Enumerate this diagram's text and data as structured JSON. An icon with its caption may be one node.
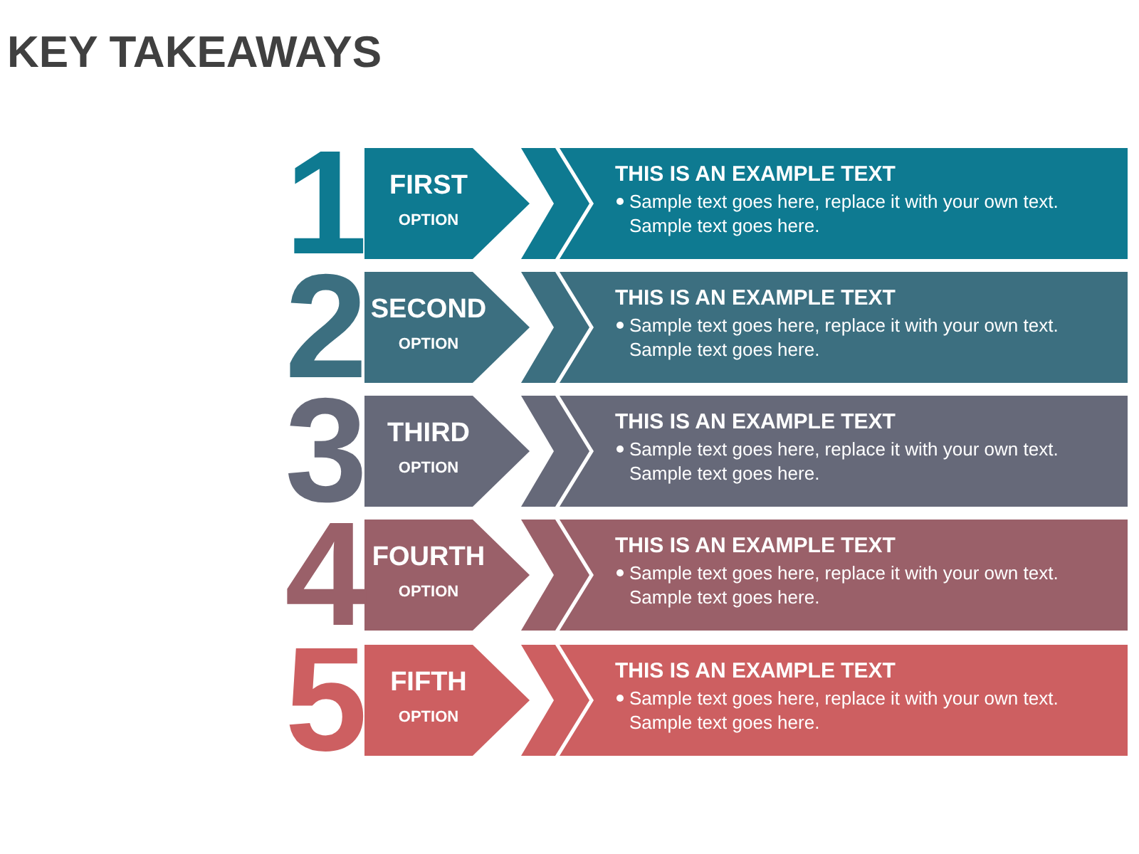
{
  "diagram": {
    "title": "KEY TAKEAWAYS",
    "nodes": [
      {
        "text": [
          "FIRST",
          "OPTION"
        ],
        "beside": [
          "1"
        ]
      },
      {
        "text": [
          "THIS IS AN EXAMPLE TEXT",
          "Sample text goes here, replace it with your own text. Sample text goes here."
        ]
      },
      {
        "text": [
          "SECOND",
          "OPTION"
        ],
        "beside": [
          "2"
        ]
      },
      {
        "text": [
          "THIS IS AN EXAMPLE TEXT",
          "Sample text goes here, replace it with your own text. Sample text goes here."
        ]
      },
      {
        "text": [
          "THIRD",
          "OPTION"
        ],
        "beside": [
          "3"
        ]
      },
      {
        "text": [
          "THIS IS AN EXAMPLE TEXT",
          "Sample text goes here, replace it with your own text. Sample text goes here."
        ]
      },
      {
        "text": [
          "FOURTH",
          "OPTION"
        ],
        "beside": [
          "4"
        ]
      },
      {
        "text": [
          "THIS IS AN EXAMPLE TEXT",
          "Sample text goes here, replace it with your own text. Sample text goes here."
        ]
      },
      {
        "text": [
          "FIFTH",
          "OPTION"
        ],
        "beside": [
          "5"
        ]
      },
      {
        "text": [
          "THIS IS AN EXAMPLE TEXT",
          "Sample text goes here, replace it with your own text. Sample text goes here."
        ]
      }
    ],
    "edges": [
      {
        "from": 0,
        "to": 1,
        "arrow": "to",
        "color": "#0e7a91"
      },
      {
        "from": 2,
        "to": 3,
        "arrow": "to",
        "color": "#3c6f80"
      },
      {
        "from": 4,
        "to": 5,
        "arrow": "to",
        "color": "#666979"
      },
      {
        "from": 6,
        "to": 7,
        "arrow": "to",
        "color": "#9a6069"
      },
      {
        "from": 8,
        "to": 9,
        "arrow": "to",
        "color": "#cd5f61"
      }
    ]
  }
}
